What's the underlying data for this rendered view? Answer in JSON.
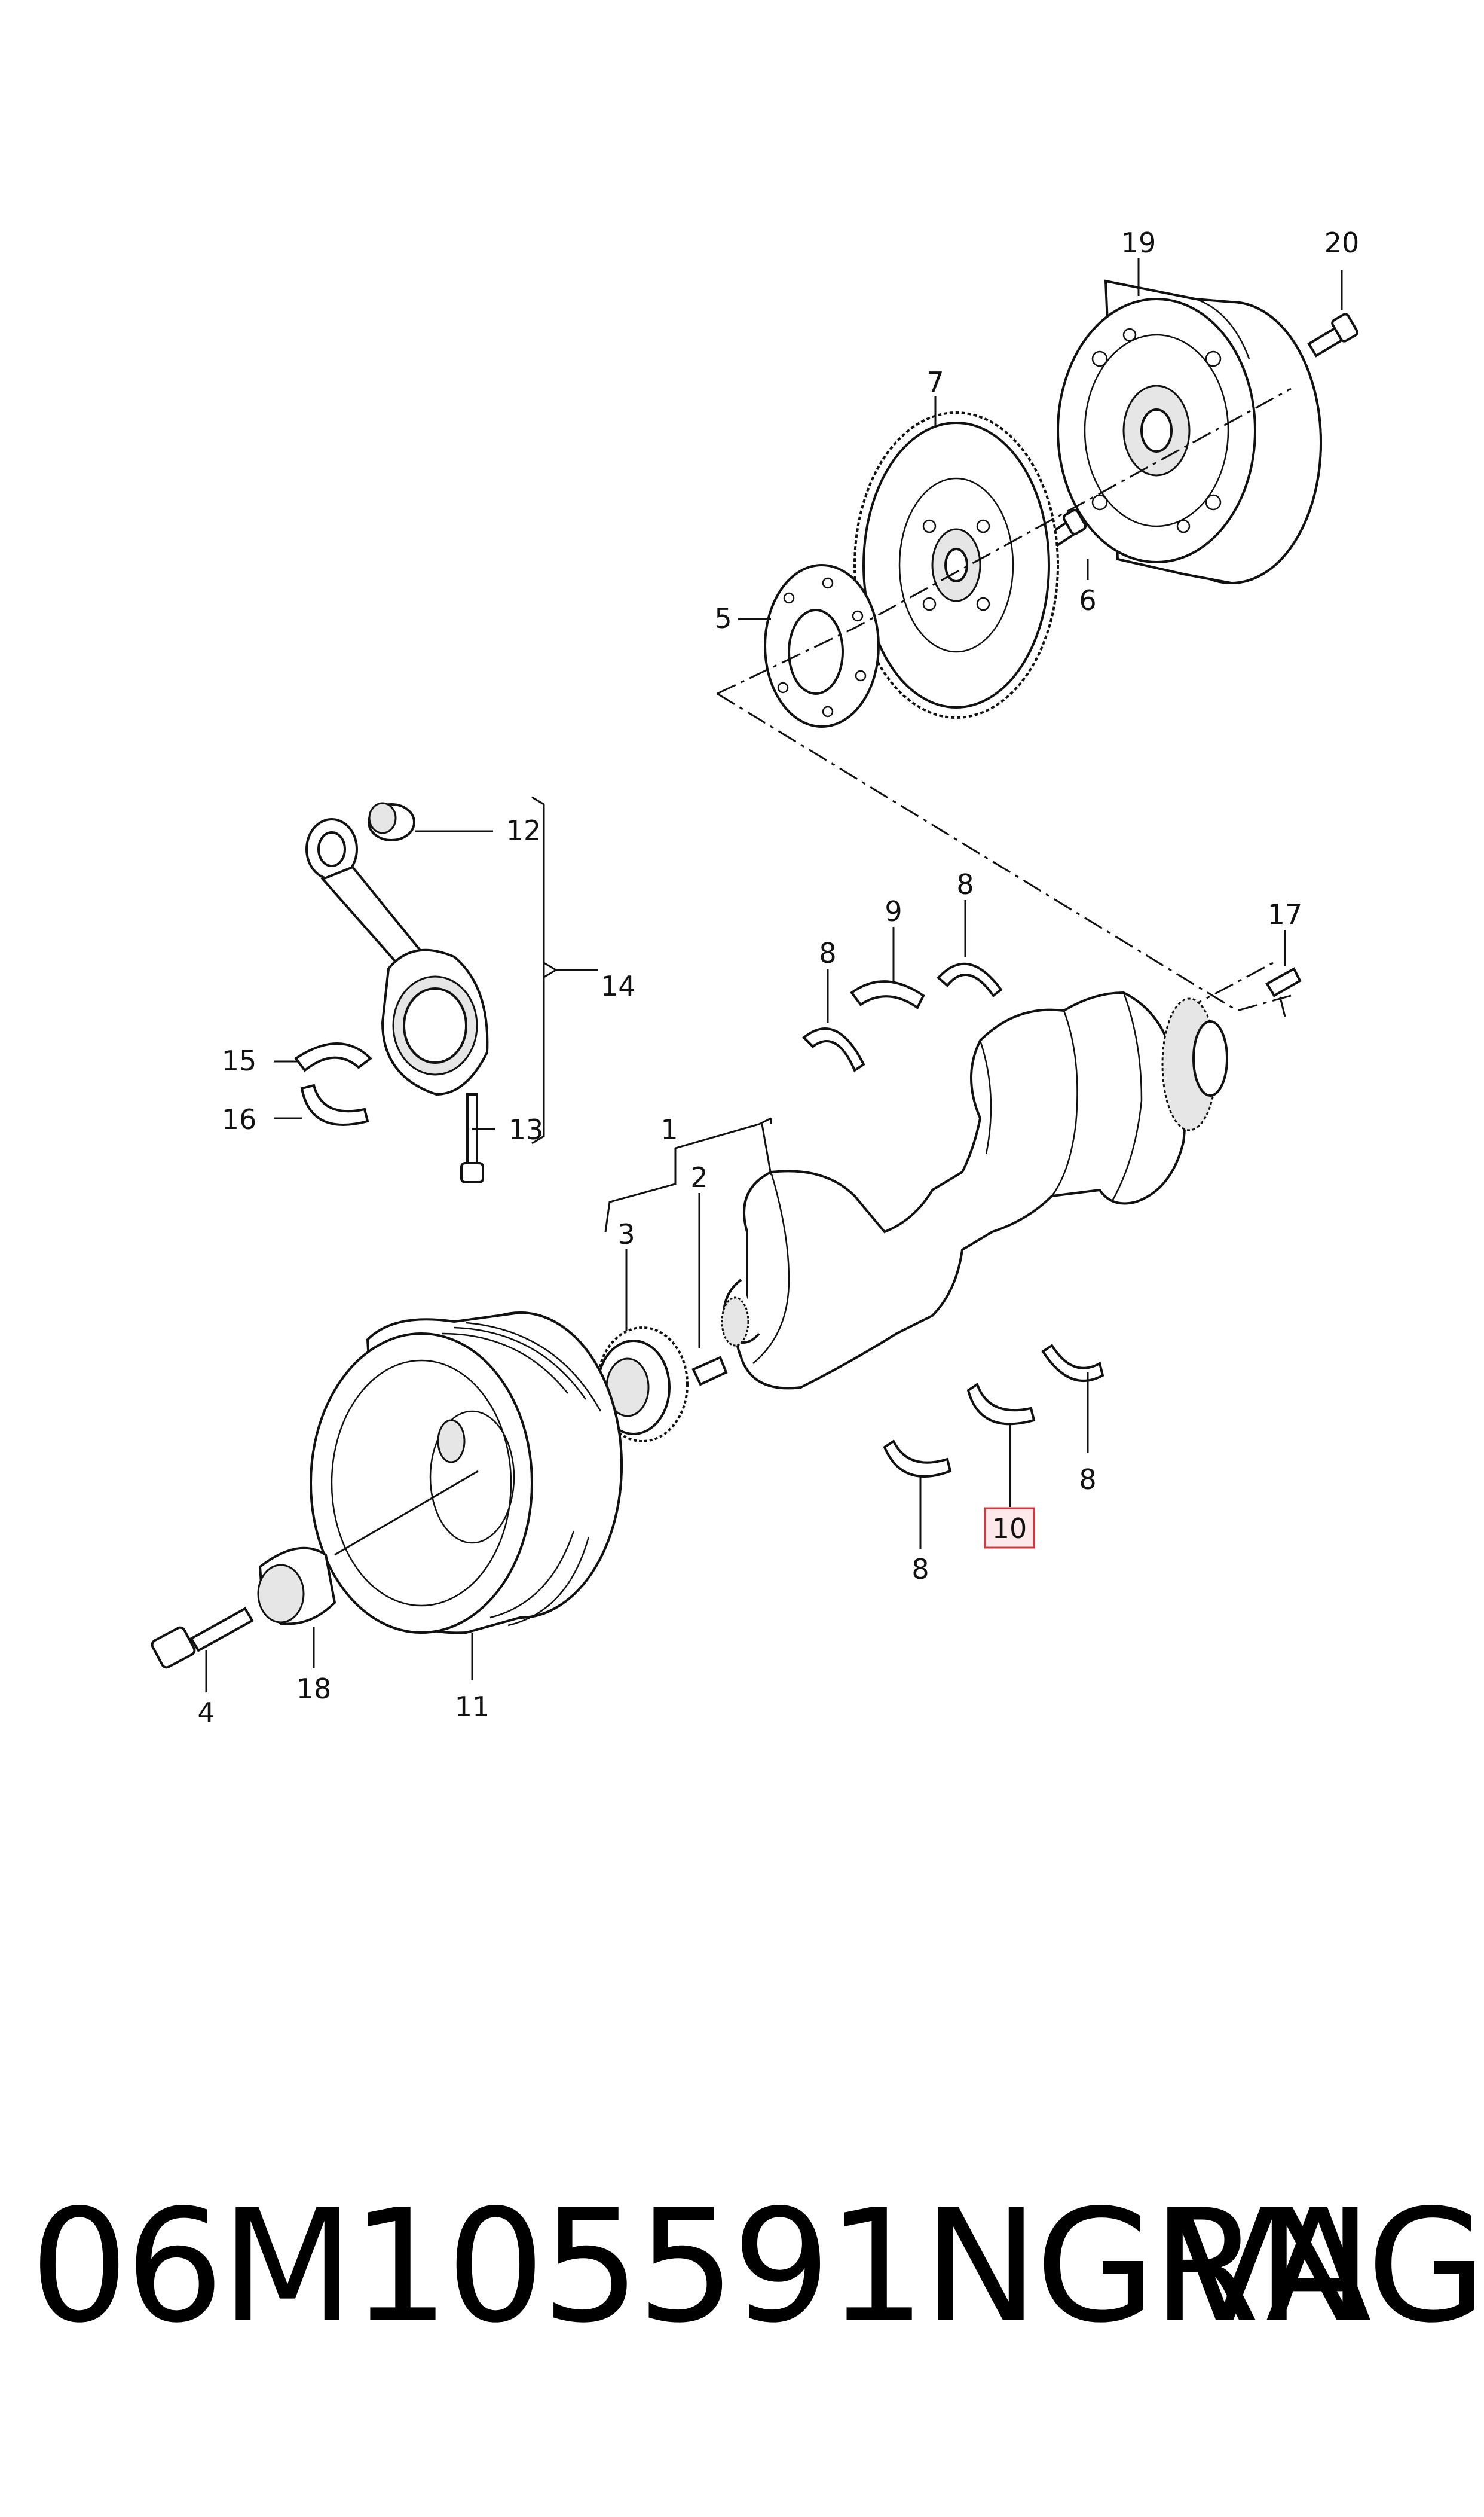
{
  "diagram": {
    "callouts": {
      "c1": "1",
      "c2": "2",
      "c3": "3",
      "c4": "4",
      "c5": "5",
      "c6": "6",
      "c7": "7",
      "c8a": "8",
      "c8b": "8",
      "c8c": "8",
      "c8d": "8",
      "c9": "9",
      "c10": "10",
      "c11": "11",
      "c12": "12",
      "c13": "13",
      "c14": "14",
      "c15": "15",
      "c16": "16",
      "c17": "17",
      "c18": "18",
      "c19": "19",
      "c20": "20"
    },
    "highlight_color": "#e0303c"
  },
  "footer": {
    "part_number": "06M105591NGRN",
    "brand": "VAG"
  }
}
